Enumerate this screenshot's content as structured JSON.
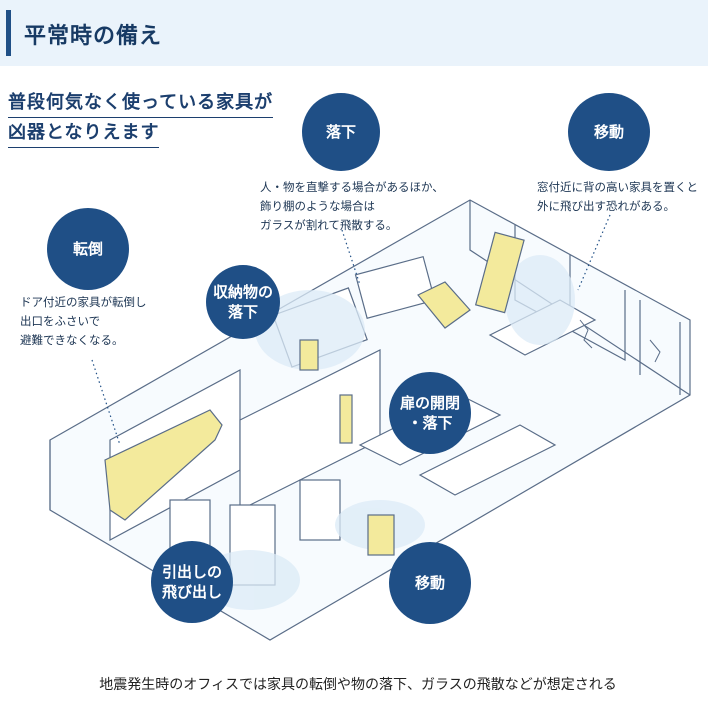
{
  "header": {
    "title": "平常時の備え"
  },
  "headline": {
    "line1": "普段何気なく使っている家具が",
    "line2": "凶器となりえます"
  },
  "labels": {
    "fall": "落下",
    "move_top": "移動",
    "overturn": "転倒",
    "storage_fall": "収納物の\n落下",
    "door": "扉の開閉\n・落下",
    "drawer": "引出しの\n飛び出し",
    "move_bottom": "移動"
  },
  "notes": {
    "fall": "人・物を直撃する場合があるほか、\n飾り棚のような場合は\nガラスが割れて飛散する。",
    "move": "窓付近に背の高い家具を置くと\n外に飛び出す恐れがある。",
    "overturn": "ドア付近の家具が転倒し\n出口をふさいで\n避難できなくなる。"
  },
  "caption": "地震発生時のオフィスでは家具の転倒や物の落下、ガラスの飛散などが想定される",
  "colors": {
    "navy": "#1f4f86",
    "yellow": "#f3ea9c",
    "line": "#5a6d88",
    "wash": "#dcebf7"
  }
}
